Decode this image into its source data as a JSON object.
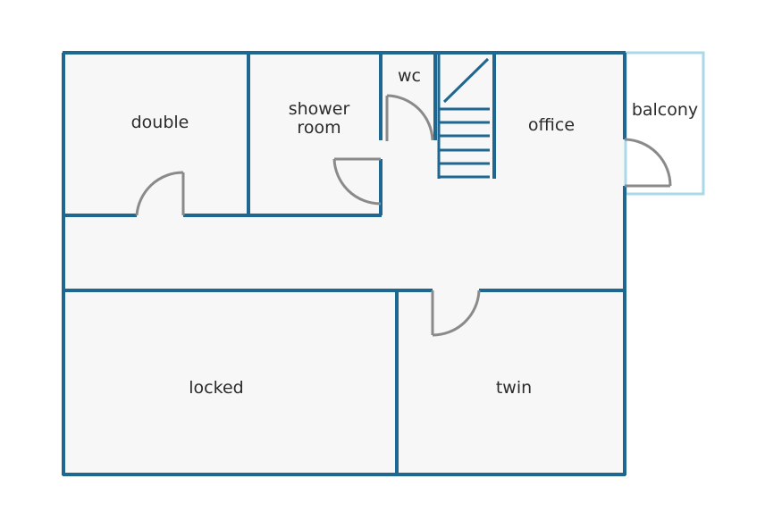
{
  "colors": {
    "wall": "#1d6791",
    "balcony_wall": "#a9d8ea",
    "floor": "#f7f7f7",
    "door": "#8a8a8a",
    "label": "#2b2b2b"
  },
  "rooms": {
    "double": "double",
    "shower_line1": "shower",
    "shower_line2": "room",
    "wc": "wc",
    "office": "office",
    "balcony": "balcony",
    "locked": "locked",
    "twin": "twin"
  },
  "staircase": {
    "steps": 6
  },
  "icons": [
    "door-swing-icon",
    "staircase-icon"
  ]
}
